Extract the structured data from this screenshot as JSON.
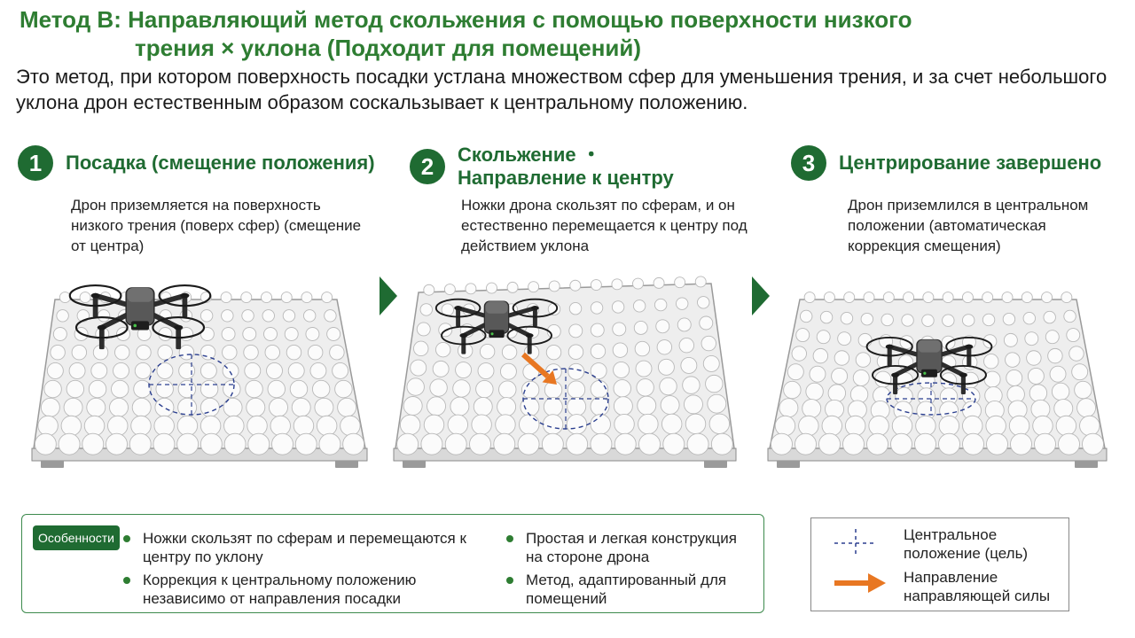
{
  "header": {
    "title_line1": "Метод B: Направляющий метод скольжения с помощью поверхности низкого",
    "title_line2": "трения × уклона (Подходит для помещений)",
    "intro": "Это метод, при котором поверхность посадки устлана множеством сфер для уменьшения трения, и за счет небольшого уклона дрон естественным образом соскальзывает к центральному положению."
  },
  "steps": [
    {
      "num": "1",
      "title": "Посадка (смещение положения)",
      "desc": "Дрон приземляется на поверхность низкого трения (поверх сфер) (смещение от центра)"
    },
    {
      "num": "2",
      "title": "Скольжение ・ Направление к центру",
      "desc": "Ножки дрона скользят по сферам, и он естественно перемещается к центру под действием уклона"
    },
    {
      "num": "3",
      "title": "Центрирование завершено",
      "desc": "Дрон приземлился в центральном положении (автоматическая коррекция смещения)"
    }
  ],
  "features": {
    "badge": "Особенности",
    "col1": [
      "Ножки скользят по сферам и перемещаются к центру по уклону",
      "Коррекция к центральному положению независимо от направления посадки"
    ],
    "col2": [
      "Простая и легкая конструкция на стороне дрона",
      "Метод, адаптированный для помещений"
    ]
  },
  "legend": {
    "center": "Центральное положение (цель)",
    "force": "Направление направляющей силы"
  },
  "colors": {
    "accent": "#1f6b32",
    "title": "#2e7d32",
    "force_arrow": "#e87722",
    "target": "#2b3f8f"
  }
}
